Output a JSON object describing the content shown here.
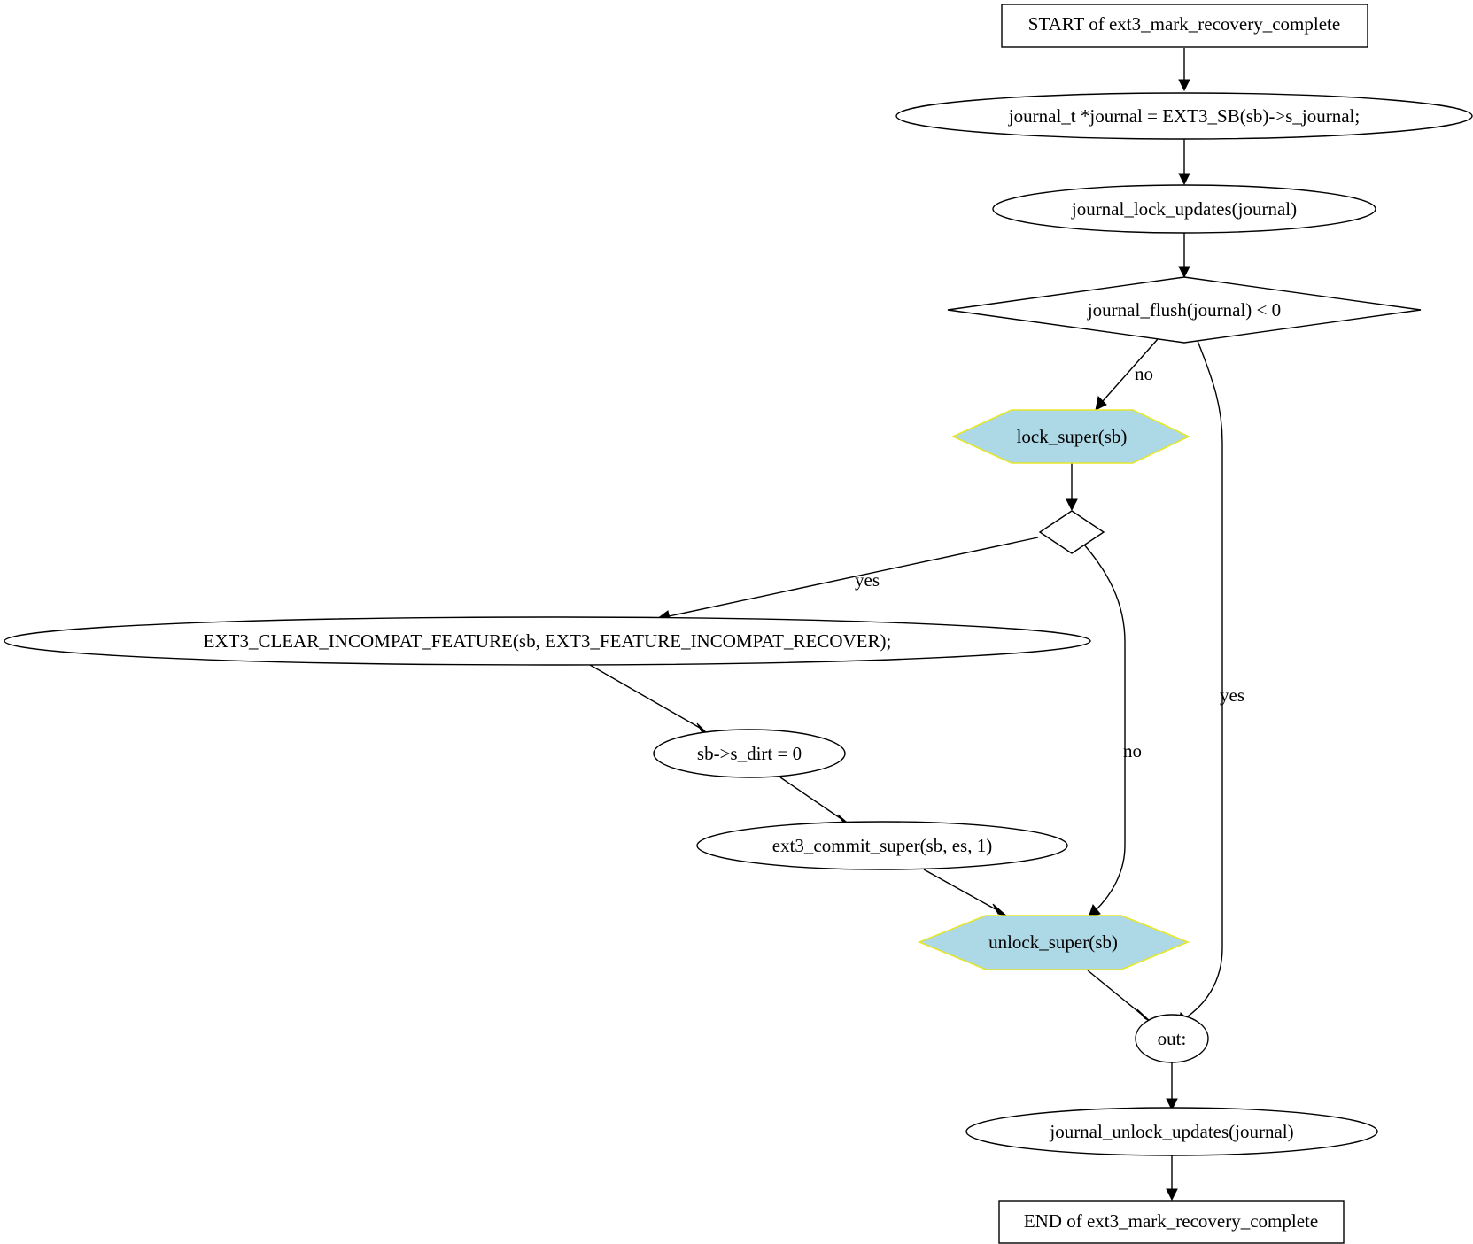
{
  "colors": {
    "hex_fill": "#add8e6",
    "hex_stroke": "#e6e62a",
    "line": "#000000"
  },
  "nodes": {
    "start": "START of ext3_mark_recovery_complete",
    "journal_assign": "journal_t *journal = EXT3_SB(sb)->s_journal;",
    "lock_updates": "journal_lock_updates(journal)",
    "flush_check": "journal_flush(journal) < 0",
    "lock_super": "lock_super(sb)",
    "feature_check": "",
    "clear_feature": "EXT3_CLEAR_INCOMPAT_FEATURE(sb, EXT3_FEATURE_INCOMPAT_RECOVER);",
    "s_dirt": "sb->s_dirt = 0",
    "commit_super": "ext3_commit_super(sb, es, 1)",
    "unlock_super": "unlock_super(sb)",
    "out": "out:",
    "unlock_updates": "journal_unlock_updates(journal)",
    "end": "END of ext3_mark_recovery_complete"
  },
  "edge_labels": {
    "flush_no": "no",
    "flush_yes": "yes",
    "feature_yes": "yes",
    "feature_no": "no"
  }
}
